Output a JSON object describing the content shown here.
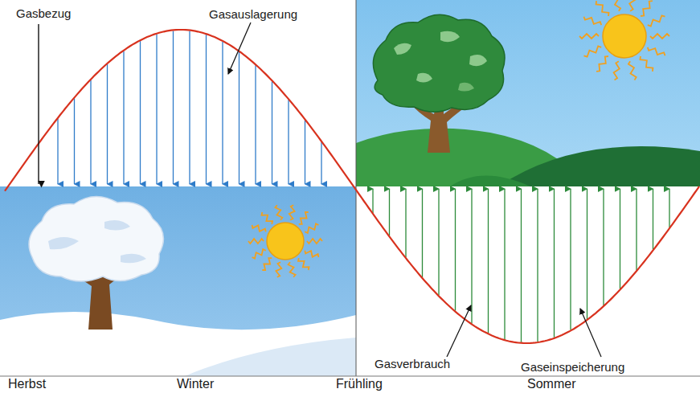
{
  "diagram": {
    "labels": [
      "Gasauslagerung",
      "Gasbezug",
      "Gasverbrauch",
      "Gaseinspeicherung",
      "Herbst",
      "Winter",
      "Frühling",
      "Sommer"
    ]
  }
}
